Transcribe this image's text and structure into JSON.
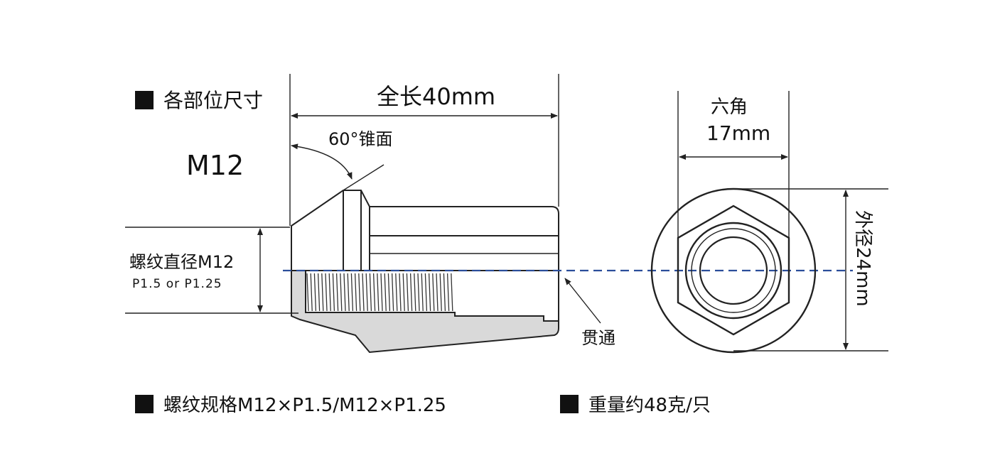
{
  "header": {
    "section_title": "各部位尺寸",
    "model": "M12"
  },
  "dimensions": {
    "overall_length": "全长40mm",
    "cone_angle": "60°锥面",
    "thread_diameter": "螺纹直径M12",
    "thread_pitch": "P1.5 or P1.25",
    "through_hole": "贯通",
    "hex_label": "六角",
    "hex_size": "17mm",
    "outer_diameter": "外径24mm"
  },
  "specs": {
    "thread_spec": "螺纹规格M12×P1.5/M12×P1.25",
    "weight": "重量约48克/只"
  },
  "colors": {
    "outline": "#222222",
    "part_fill": "#d9d9d9",
    "axis_line": "#2b4e9a",
    "text": "#111111"
  }
}
